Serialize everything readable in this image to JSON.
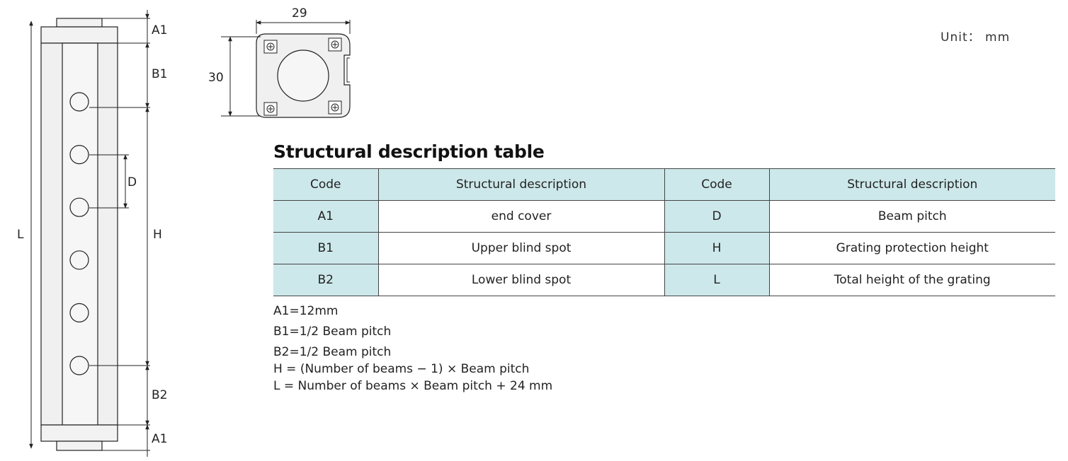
{
  "unit_label": "Unit： mm",
  "side_view": {
    "labels": {
      "total": "L",
      "end_cover_top": "A1",
      "blind_top": "B1",
      "pitch": "D",
      "protection_height": "H",
      "blind_bottom": "B2",
      "end_cover_bottom": "A1"
    },
    "beam_count": 6
  },
  "end_view": {
    "width_label": "29",
    "height_label": "30",
    "screw_count": 4
  },
  "table": {
    "title": "Structural description table",
    "headers": [
      "Code",
      "Structural description",
      "Code",
      "Structural description"
    ],
    "rows": [
      {
        "code_left": "A1",
        "desc_left": "end cover",
        "code_right": "D",
        "desc_right": "Beam pitch"
      },
      {
        "code_left": "B1",
        "desc_left": "Upper blind spot",
        "code_right": "H",
        "desc_right": "Grating protection height"
      },
      {
        "code_left": "B2",
        "desc_left": "Lower blind spot",
        "code_right": "L",
        "desc_right": "Total height of the grating"
      }
    ]
  },
  "notes": [
    "A1=12mm",
    "B1=1/2 Beam pitch",
    "B2=1/2 Beam pitch",
    "H = (Number of beams − 1) × Beam pitch",
    "L = Number of beams × Beam pitch + 24 mm"
  ],
  "colors": {
    "table_header_bg": "#cde8ea",
    "housing_fill": "#f0f0f0",
    "line": "#222222"
  }
}
